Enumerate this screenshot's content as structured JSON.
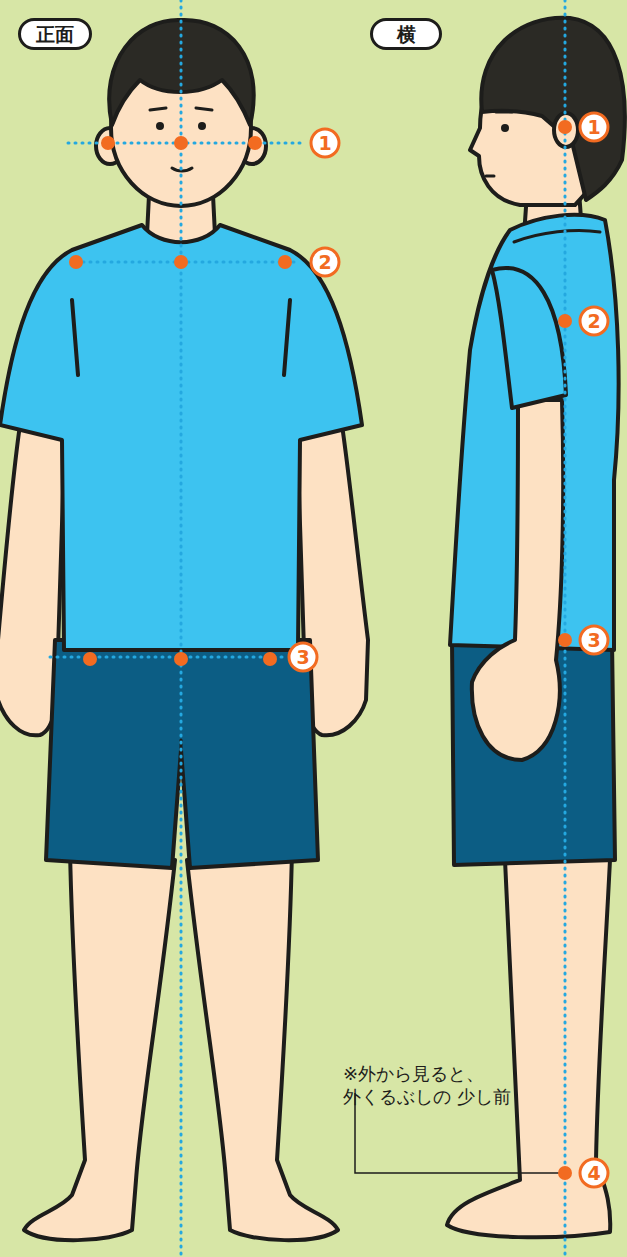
{
  "diagram": {
    "nodes": [
      {
        "text": [
          "正面"
        ]
      },
      {
        "text": [
          "横"
        ]
      },
      {
        "text": [
          "1"
        ]
      },
      {
        "text": [
          "2"
        ]
      },
      {
        "text": [
          "3"
        ]
      },
      {
        "text": [
          "1"
        ]
      },
      {
        "text": [
          "2"
        ]
      },
      {
        "text": [
          "3"
        ]
      },
      {
        "text": [
          "4"
        ]
      }
    ],
    "labels": [
      "※外から見ると、 外くるぶしの 少し前"
    ]
  }
}
